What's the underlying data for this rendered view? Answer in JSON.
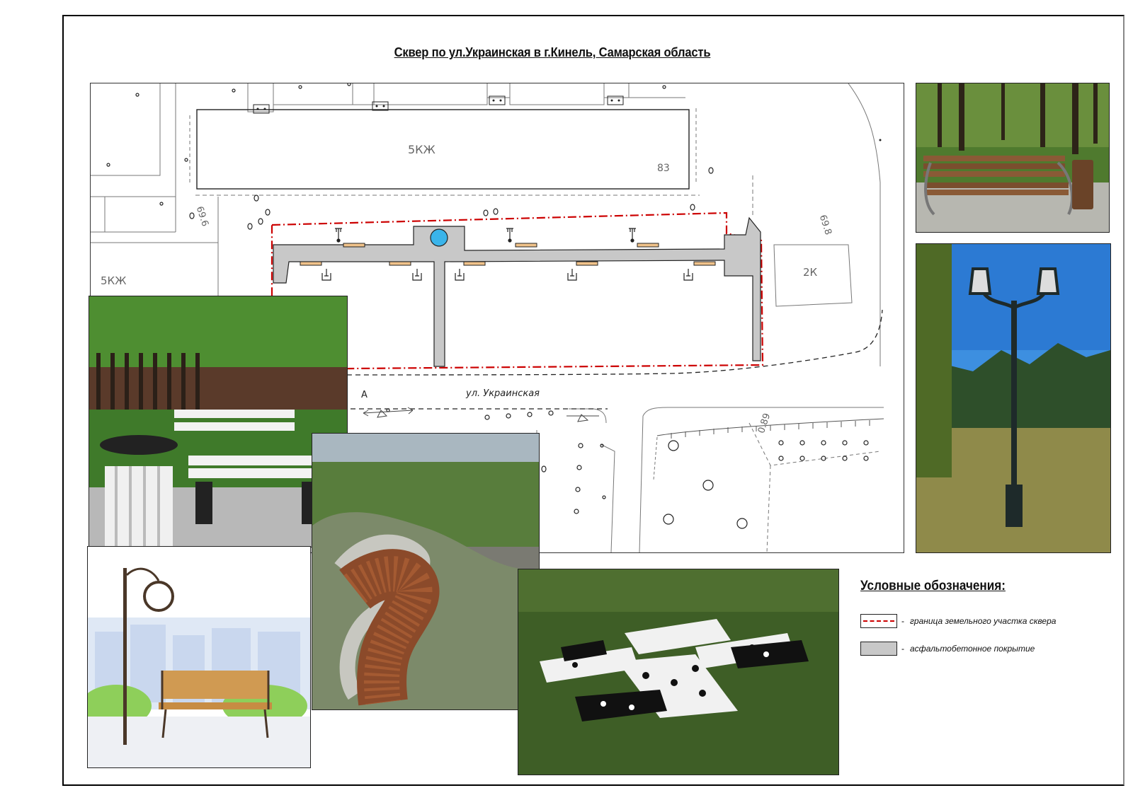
{
  "title": "Сквер по ул.Украинская в г.Кинель, Самарская область",
  "plan": {
    "labels": {
      "building_top": "5КЖ",
      "building_top_num": "83",
      "building_left": "5КЖ",
      "building_right": "2К",
      "street": "ул. Украинская",
      "marker_a": "А",
      "levels": [
        "69.6",
        "69.8",
        "0.89"
      ]
    }
  },
  "legend": {
    "title": "Условные обозначения:",
    "items": [
      {
        "label": "граница земельного участка сквера",
        "color": "#cc0000"
      },
      {
        "label": "асфальтобетонное покрытие",
        "color": "#c8c8c8"
      }
    ]
  },
  "photos": [
    {
      "subject": "park-bench-photo"
    },
    {
      "subject": "street-lamp-photo"
    },
    {
      "subject": "white-bench-with-bin-photo"
    },
    {
      "subject": "curved-wooden-bench-photo"
    },
    {
      "subject": "bench-and-clock-illustration"
    },
    {
      "subject": "domino-tables-photo"
    }
  ],
  "colors": {
    "boundary": "#cc0000",
    "asphalt": "#c8c8c8",
    "fountain": "#3ab4ea",
    "bench": "#f0c28a"
  }
}
